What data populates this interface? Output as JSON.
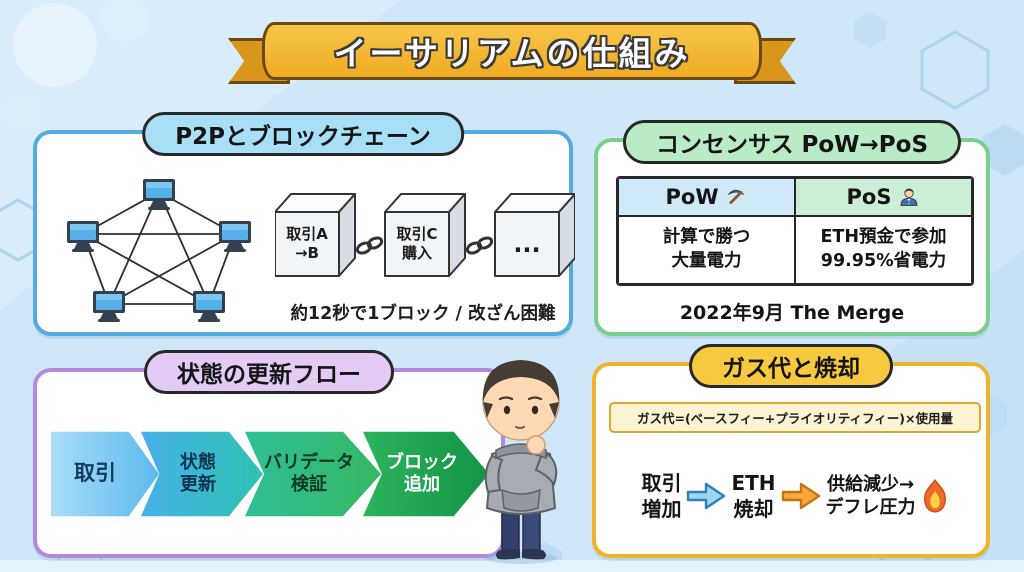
{
  "title": "イーサリアムの仕組み",
  "colors": {
    "background": "#cfe7f8",
    "banner_gold": "#f2b62e",
    "p2p_accent": "#55aadf",
    "consensus_accent": "#7bcf8e",
    "flow_accent": "#b18ade",
    "gas_accent": "#f0b42c"
  },
  "p2p": {
    "title": "P2Pとブロックチェーン",
    "blocks": [
      {
        "label": "取引A\n→B"
      },
      {
        "label": "取引C\n購入"
      },
      {
        "label": "..."
      }
    ],
    "caption": "約12秒で1ブロック / 改ざん困難"
  },
  "consensus": {
    "title": "コンセンサス PoW→PoS",
    "pow_header": "PoW",
    "pos_header": "PoS",
    "pow_icon": "pickaxe-icon",
    "pos_icon": "validator-icon",
    "pow_cell": "計算で勝つ\n大量電力",
    "pos_cell": "ETH預金で参加\n99.95%省電力",
    "caption": "2022年9月 The Merge"
  },
  "flow": {
    "title": "状態の更新フロー",
    "steps": [
      {
        "label": "取引"
      },
      {
        "label": "状態\n更新"
      },
      {
        "label": "バリデータ\n検証"
      },
      {
        "label": "ブロック\n追加"
      }
    ]
  },
  "gas": {
    "title": "ガス代と焼却",
    "formula": "ガス代=(ベースフィー+プライオリティフィー)×使用量",
    "step1": "取引\n増加",
    "step2": "ETH\n焼却",
    "step3": "供給減少→\nデフレ圧力",
    "flame_icon": "flame-icon"
  }
}
